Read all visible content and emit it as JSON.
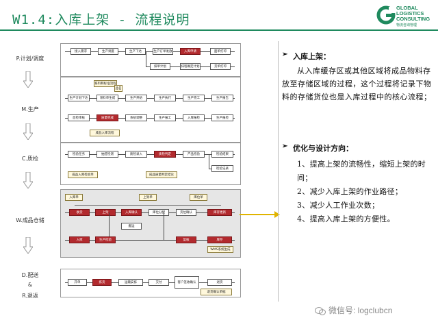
{
  "header": {
    "title": "W1.4:入库上架  -  流程说明",
    "logo_lines": [
      "GLOBAL",
      "LOGISTICS",
      "CONSULTING"
    ],
    "logo_sub": "物流咨询管理"
  },
  "stages": [
    "P.计划/调度",
    "M.生产",
    "C.质检",
    "W.成品仓储",
    "D.配送",
    "&",
    "R.退返"
  ],
  "lanes": {
    "planning": {
      "row1": [
        "接入需求",
        "生产调度",
        "生产下达",
        "生产订单发放",
        "入库申请",
        "面单打印"
      ],
      "row2": [
        "排单计划",
        "排程确定计划",
        "货单打印"
      ]
    },
    "production": {
      "notes": [
        "排料和标准流程",
        "品名"
      ],
      "row1": [
        "生产计划下达",
        "领料单生成",
        "生产开始",
        "生产执行",
        "生产完工",
        "生产报告"
      ],
      "row2": [
        "首检审核",
        "质量完成",
        "系统调整",
        "生产报工",
        "入库报检",
        "生产报检"
      ],
      "note2": "成品入库流程"
    },
    "qc": {
      "row1": [
        "检验任务",
        "抽签检测",
        "质检录入",
        "质检判定",
        "产品检验",
        "检验结果"
      ],
      "row2": [
        "检验记录"
      ],
      "notes": [
        "成品入库检验单",
        "成品质量判定结论"
      ]
    },
    "warehouse": {
      "row1": [
        "收货",
        "上架",
        "入库确认",
        "库位分配",
        "货位确认",
        "库存更新"
      ],
      "row2": [
        "入库",
        "搬运",
        "生产检验",
        "复核",
        "库存"
      ],
      "notes": [
        "入库单",
        "上架单",
        "库位单",
        "WMS系统生成"
      ]
    },
    "delivery": {
      "row1": [
        "开单",
        "拣货",
        "运输安排",
        "交付",
        "客户签收确认",
        "退货"
      ],
      "notes": [
        "退货确认单据"
      ]
    }
  },
  "right_panel": {
    "section1_title": "入库上架：",
    "section1_body": "从入库缓存区或其他区域将成品物料存放至存储区域的过程，这个过程将记录下物料的存储货位也是入库过程中的核心流程；",
    "section2_title": "优化与设计方向：",
    "items": [
      "1、提高上架的流畅性，缩短上架的时间；",
      "2、减少入库上架的作业路径；",
      "3、减少人工作业次数；",
      "4、提高入库上架的方便性。"
    ]
  },
  "watermark": "微信号: logclubcn",
  "colors": {
    "brand": "#1f8a5e",
    "accent": "#b22a2e",
    "connector": "#e0b400"
  }
}
